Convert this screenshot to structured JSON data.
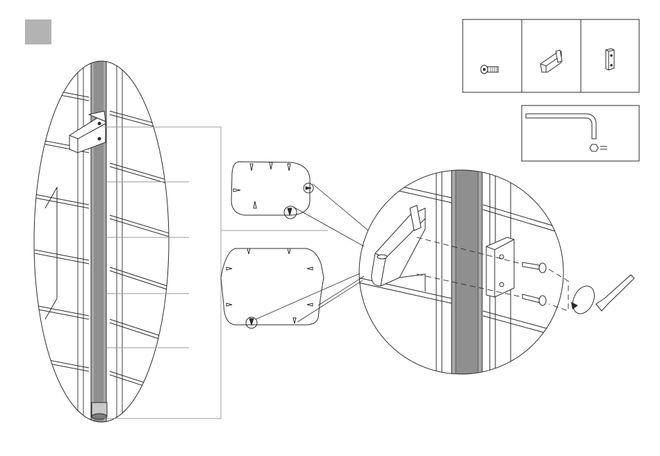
{
  "step": {
    "number": ""
  },
  "colors": {
    "line": "#2a2a2a",
    "badge": "#b3b3b3",
    "post_fill": "#a9a9a9",
    "post_dark": "#7d7d7d",
    "leader": "#9a9a9a"
  },
  "hardware": {
    "items": [
      {
        "icon": "countersunk-screw-icon"
      },
      {
        "icon": "angle-bracket-icon"
      },
      {
        "icon": "clip-nut-icon"
      }
    ],
    "tool": {
      "icon": "hex-key-icon"
    }
  },
  "detail": {
    "label_lines": 4,
    "cross_sections": [
      {
        "name": "corner-post-profile"
      },
      {
        "name": "end-post-profile"
      }
    ]
  }
}
